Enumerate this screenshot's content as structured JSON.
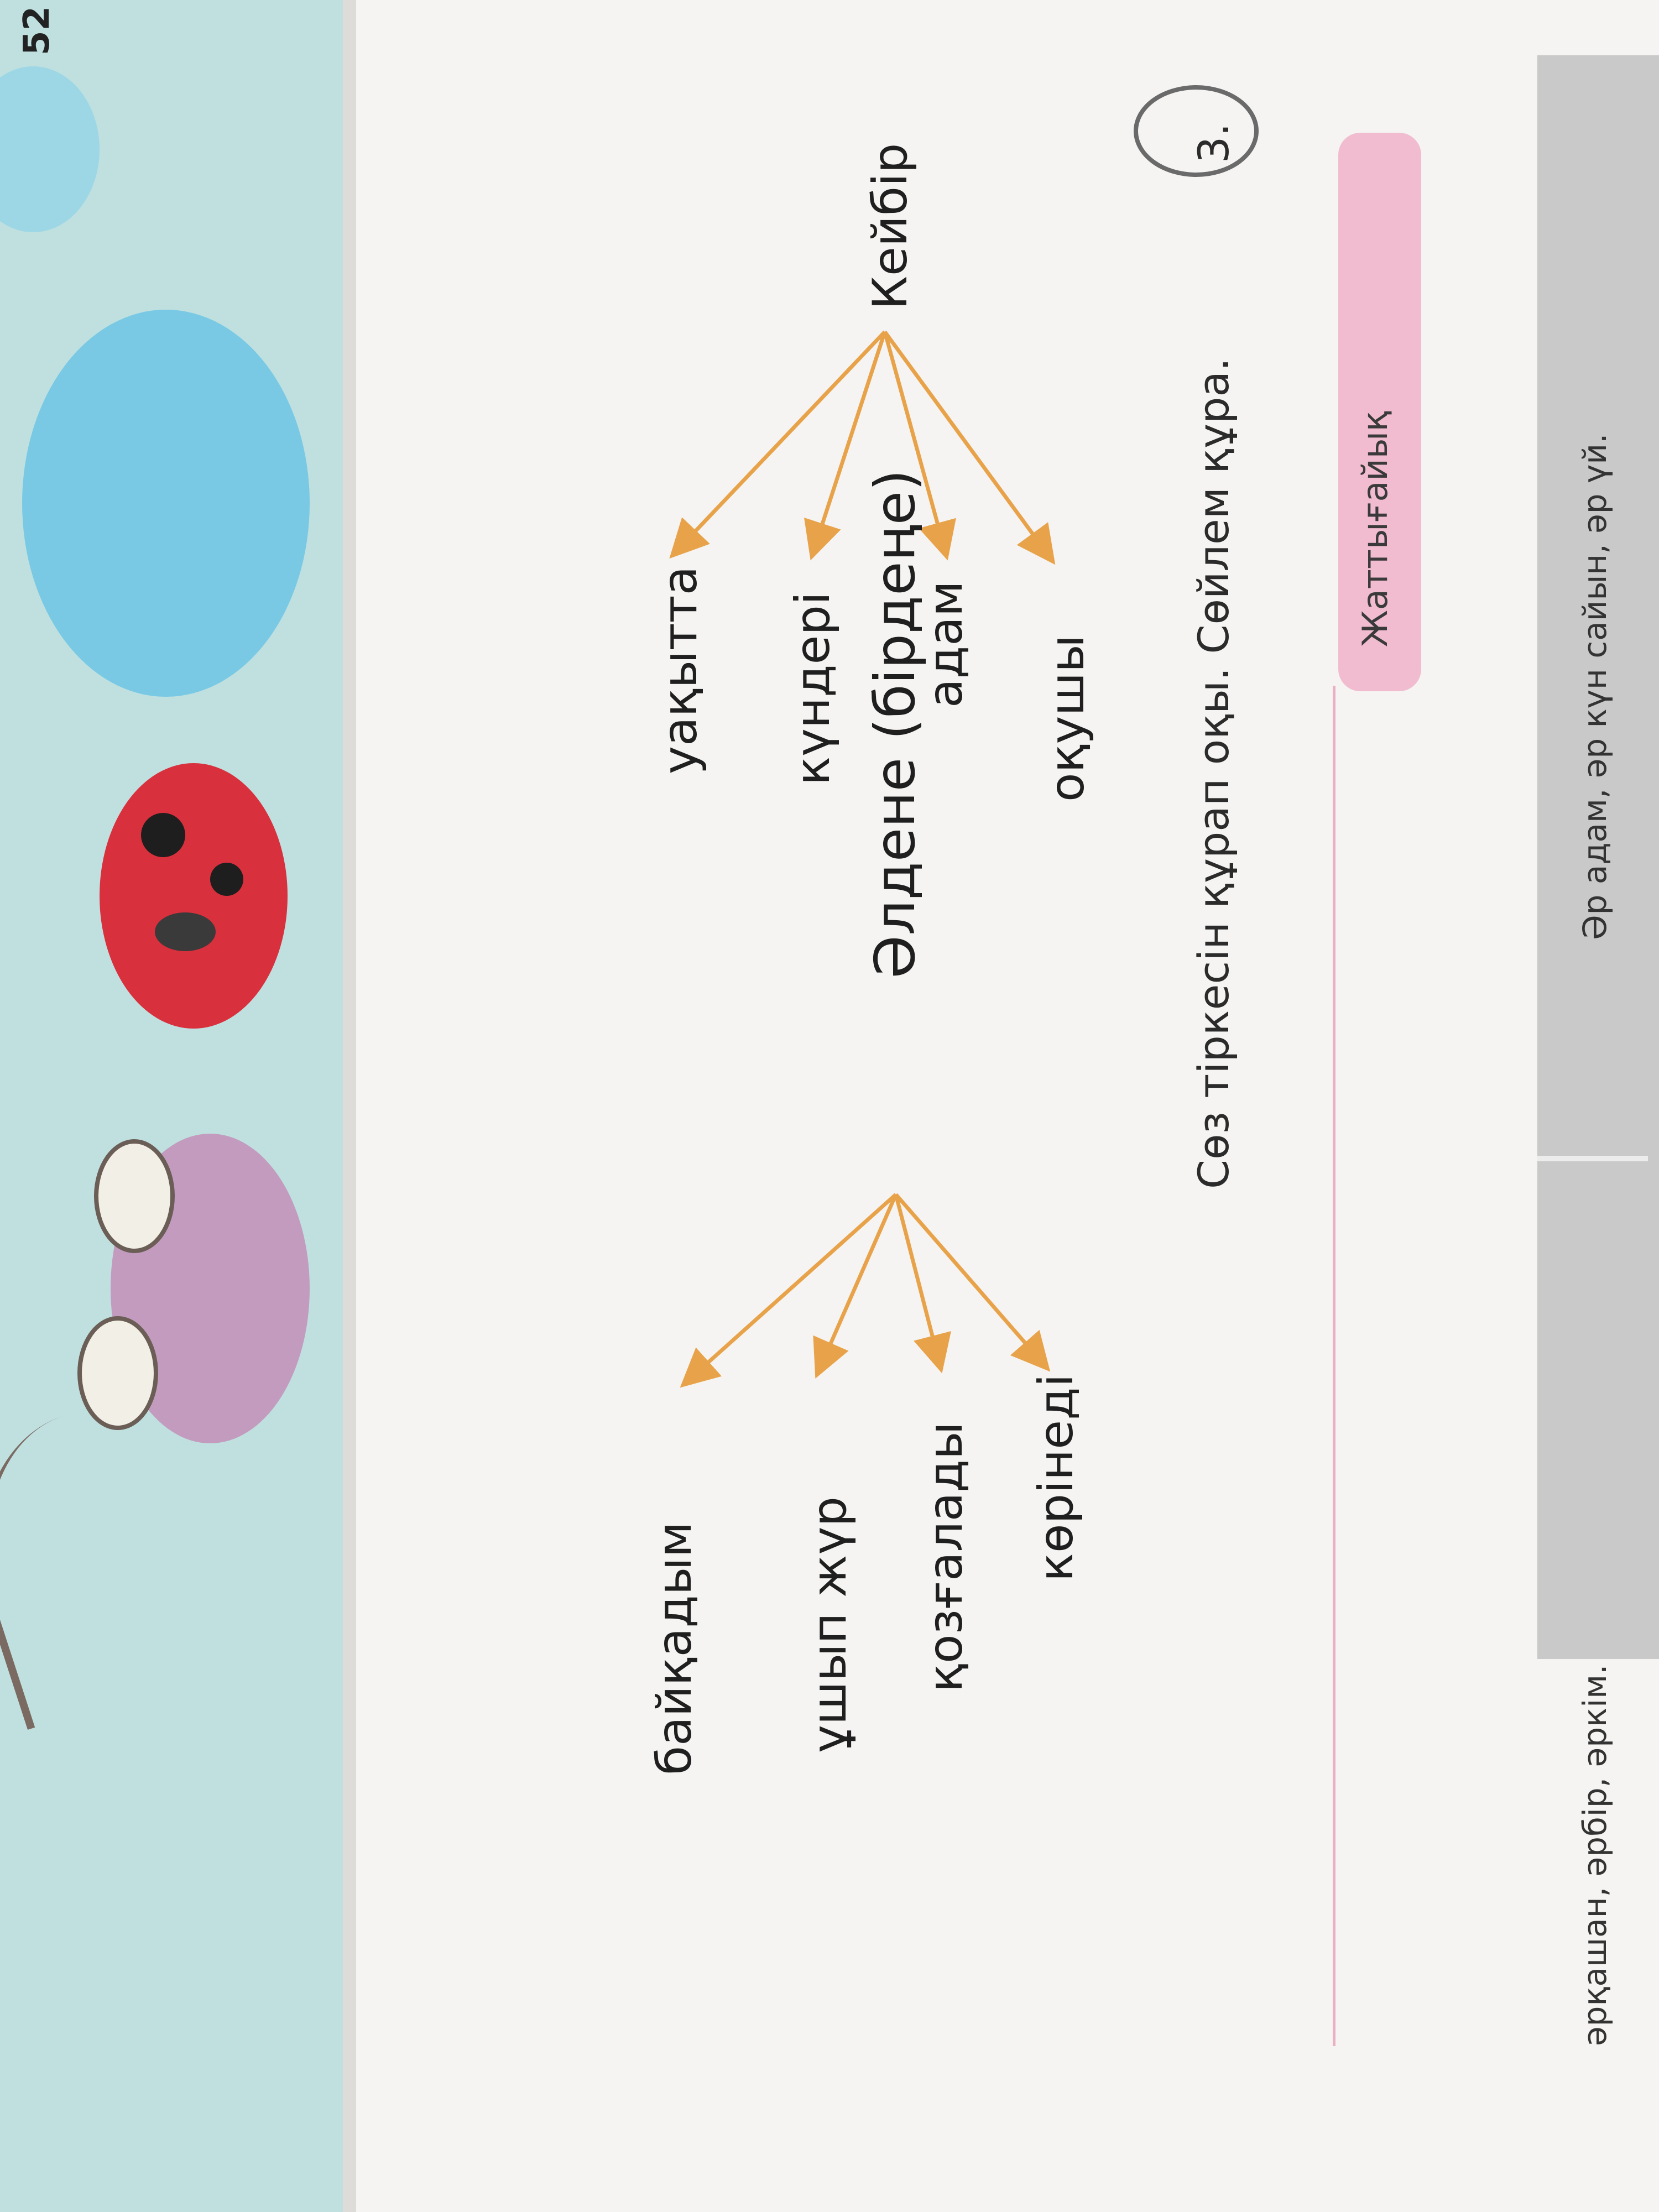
{
  "page_number": "52",
  "examples": {
    "left": "әрқашан, әрбір, әркім.",
    "right": "Әр адам, әр күн сайын, әр үй."
  },
  "section_badge": "Жаттығайық",
  "exercise": {
    "number": "3.",
    "instruction": "Сөз тіркесін құрап оқы. Сөйлем құра."
  },
  "diagram_1": {
    "root": "Кейбір",
    "branches": [
      "оқушы",
      "адам",
      "күндері",
      "уақытта"
    ]
  },
  "diagram_2": {
    "root": "Әлдене (бірдеңе)",
    "branches": [
      "көрінеді",
      "қозғалады",
      "ұшып жүр",
      "байқадым"
    ]
  },
  "colors": {
    "arrow": "#e8a34a",
    "badge": "#f1bcd0",
    "page": "#f5f4f2"
  }
}
